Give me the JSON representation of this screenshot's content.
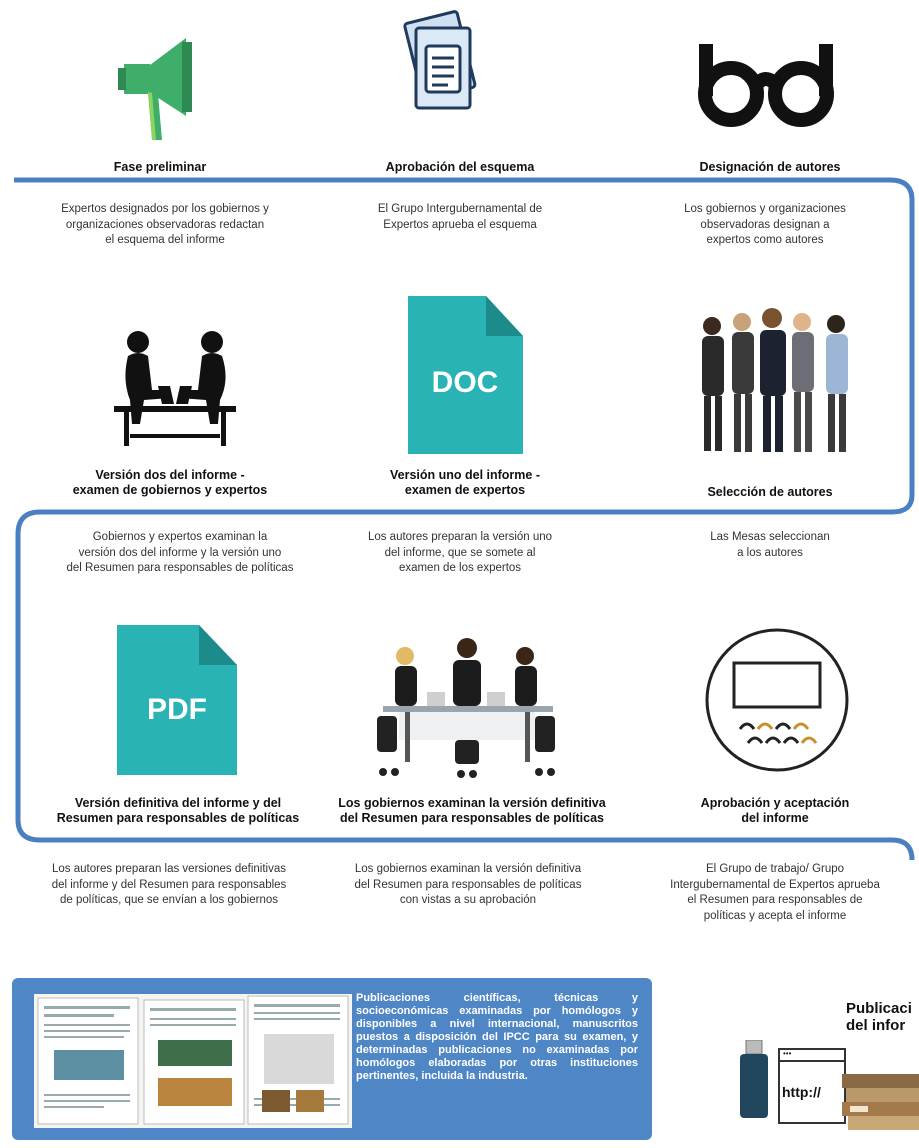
{
  "colors": {
    "accent_blue": "#4a7fc1",
    "teal": "#2ab3b5",
    "green": "#3fae6b",
    "panel_blue": "#4f86c6"
  },
  "row1": {
    "c1": {
      "title": "Fase preliminar",
      "icon": "megaphone-icon",
      "desc": [
        "Expertos designados por los gobiernos y",
        "organizaciones observadoras redactan",
        "el esquema del informe"
      ]
    },
    "c2": {
      "title": "Aprobación del esquema",
      "icon": "documents-icon",
      "desc": [
        "El Grupo Intergubernamental de",
        "Expertos aprueba el esquema"
      ]
    },
    "c3": {
      "title": "Designación de autores",
      "icon": "glasses-icon",
      "desc": [
        "Los gobiernos y organizaciones",
        "observadoras designan a",
        "expertos como autores"
      ]
    }
  },
  "row2": {
    "c1": {
      "title": [
        "Versión dos del informe -",
        "examen de gobiernos y expertos"
      ],
      "icon": "people-at-laptops-icon",
      "desc": [
        "Gobiernos y expertos examinan la",
        "versión dos del informe y la versión uno",
        "del Resumen para responsables de políticas"
      ]
    },
    "c2": {
      "title": [
        "Versión uno del informe -",
        "examen de expertos"
      ],
      "icon": "doc-file-icon",
      "icon_label": "DOC",
      "desc": [
        "Los autores preparan la versión uno",
        "del informe, que se somete al",
        "examen de los expertos"
      ]
    },
    "c3": {
      "title": "Selección de autores",
      "icon": "group-of-people-icon",
      "desc": [
        "Las Mesas seleccionan",
        "a los autores"
      ]
    }
  },
  "row3": {
    "c1": {
      "title": [
        "Versión definitiva del informe y del",
        "Resumen para responsables de políticas"
      ],
      "icon": "pdf-file-icon",
      "icon_label": "PDF",
      "desc": [
        "Los autores preparan las versiones definitivas",
        "del informe y del Resumen para responsables",
        "de políticas, que se envían a los gobiernos"
      ]
    },
    "c2": {
      "title": [
        "Los gobiernos examinan la versión definitiva",
        "del Resumen para responsables de políticas"
      ],
      "icon": "meeting-table-icon",
      "desc": [
        "Los gobiernos examinan la versión definitiva",
        "del Resumen para responsables de políticas",
        "con vistas a su aprobación"
      ]
    },
    "c3": {
      "title": [
        "Aprobación y aceptación",
        "del informe"
      ],
      "icon": "presentation-audience-icon",
      "desc": [
        "El Grupo de trabajo/ Grupo",
        "Intergubernamental de Expertos aprueba",
        "el Resumen para responsables de",
        "políticas y acepta el informe"
      ]
    }
  },
  "publications": {
    "text": "Publicaciones científicas, técnicas y socioeconómicas examinadas por homólogos y disponibles a nivel internacional, manuscritos puestos a disposición del IPCC para su examen, y determinadas publicaciones no examinadas por homólogos elaboradas por otras instituciones pertinentes, incluida la industria.",
    "thumbnail_icon": "journal-pages-icon"
  },
  "publication_label": [
    "Publicaci",
    "del infor"
  ],
  "http_label": "http://"
}
